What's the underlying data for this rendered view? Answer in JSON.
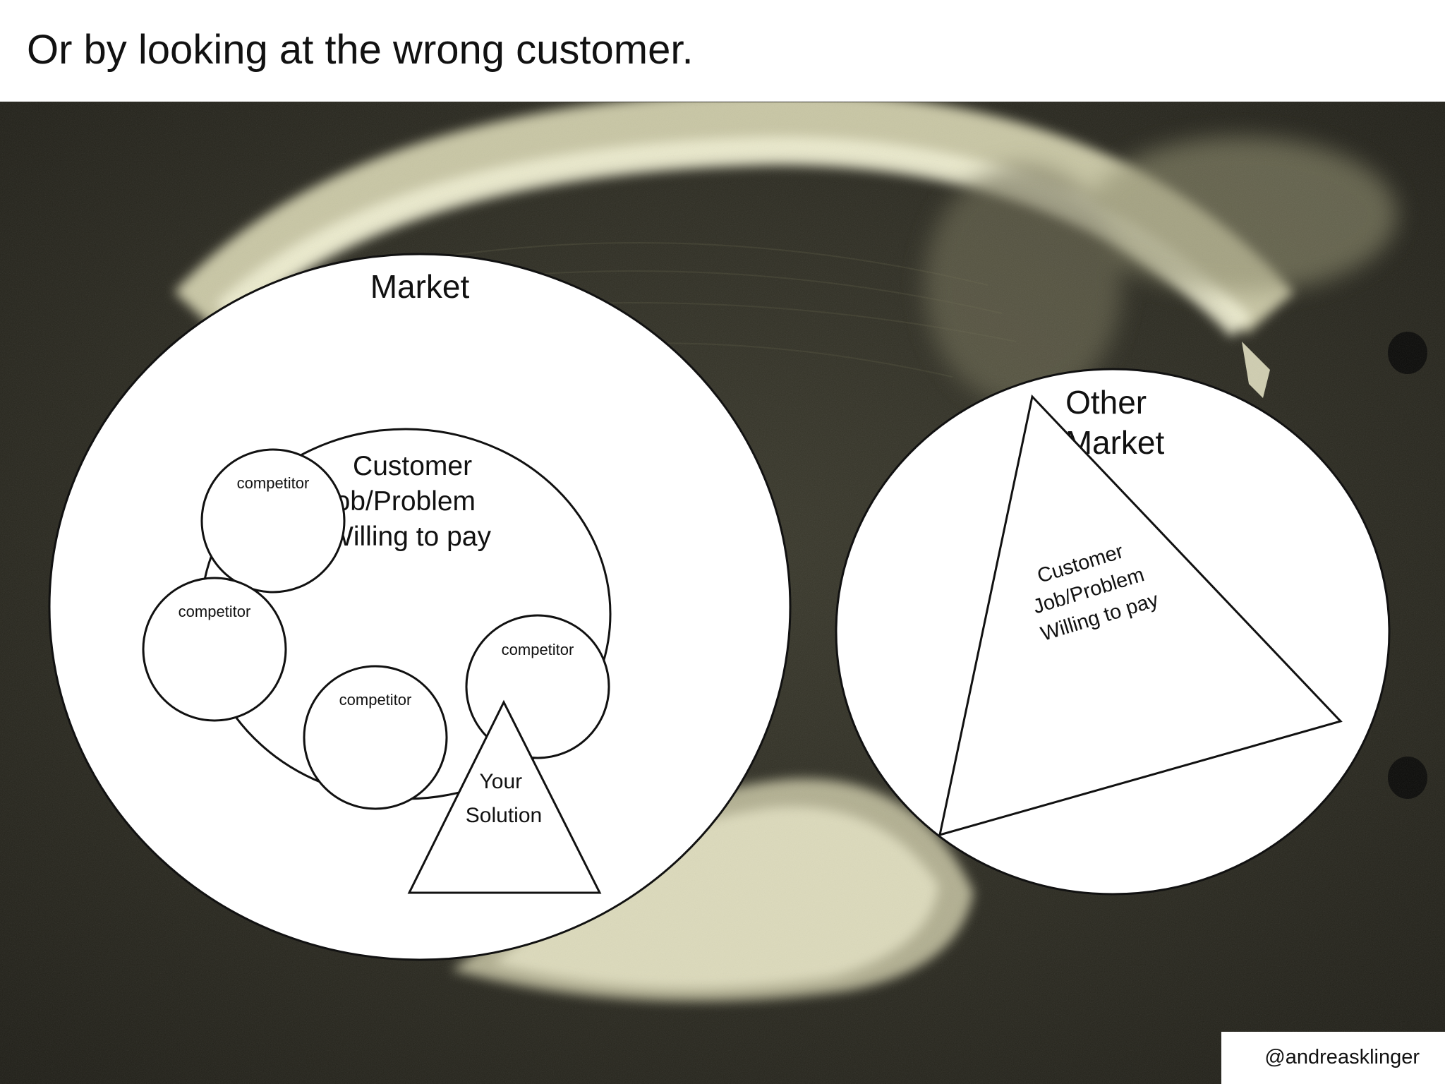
{
  "slide": {
    "title": "Or by looking at the wrong customer.",
    "credit": "@andreasklinger"
  },
  "market": {
    "label": "Market",
    "customer_lines": [
      "Customer",
      "Job/Problem",
      "Willing to pay"
    ],
    "competitor_label": "competitor",
    "solution_lines": [
      "Your",
      "Solution"
    ]
  },
  "other_market": {
    "label_lines": [
      "Other",
      "Market"
    ],
    "customer_lines": [
      "Customer",
      "Job/Problem",
      "Willing to pay"
    ]
  },
  "photo": {
    "description_colors": {
      "water": "#2d2c22",
      "wake": "#e8e6c4"
    }
  },
  "colors": {
    "stroke": "#111111",
    "fill": "#ffffff"
  }
}
